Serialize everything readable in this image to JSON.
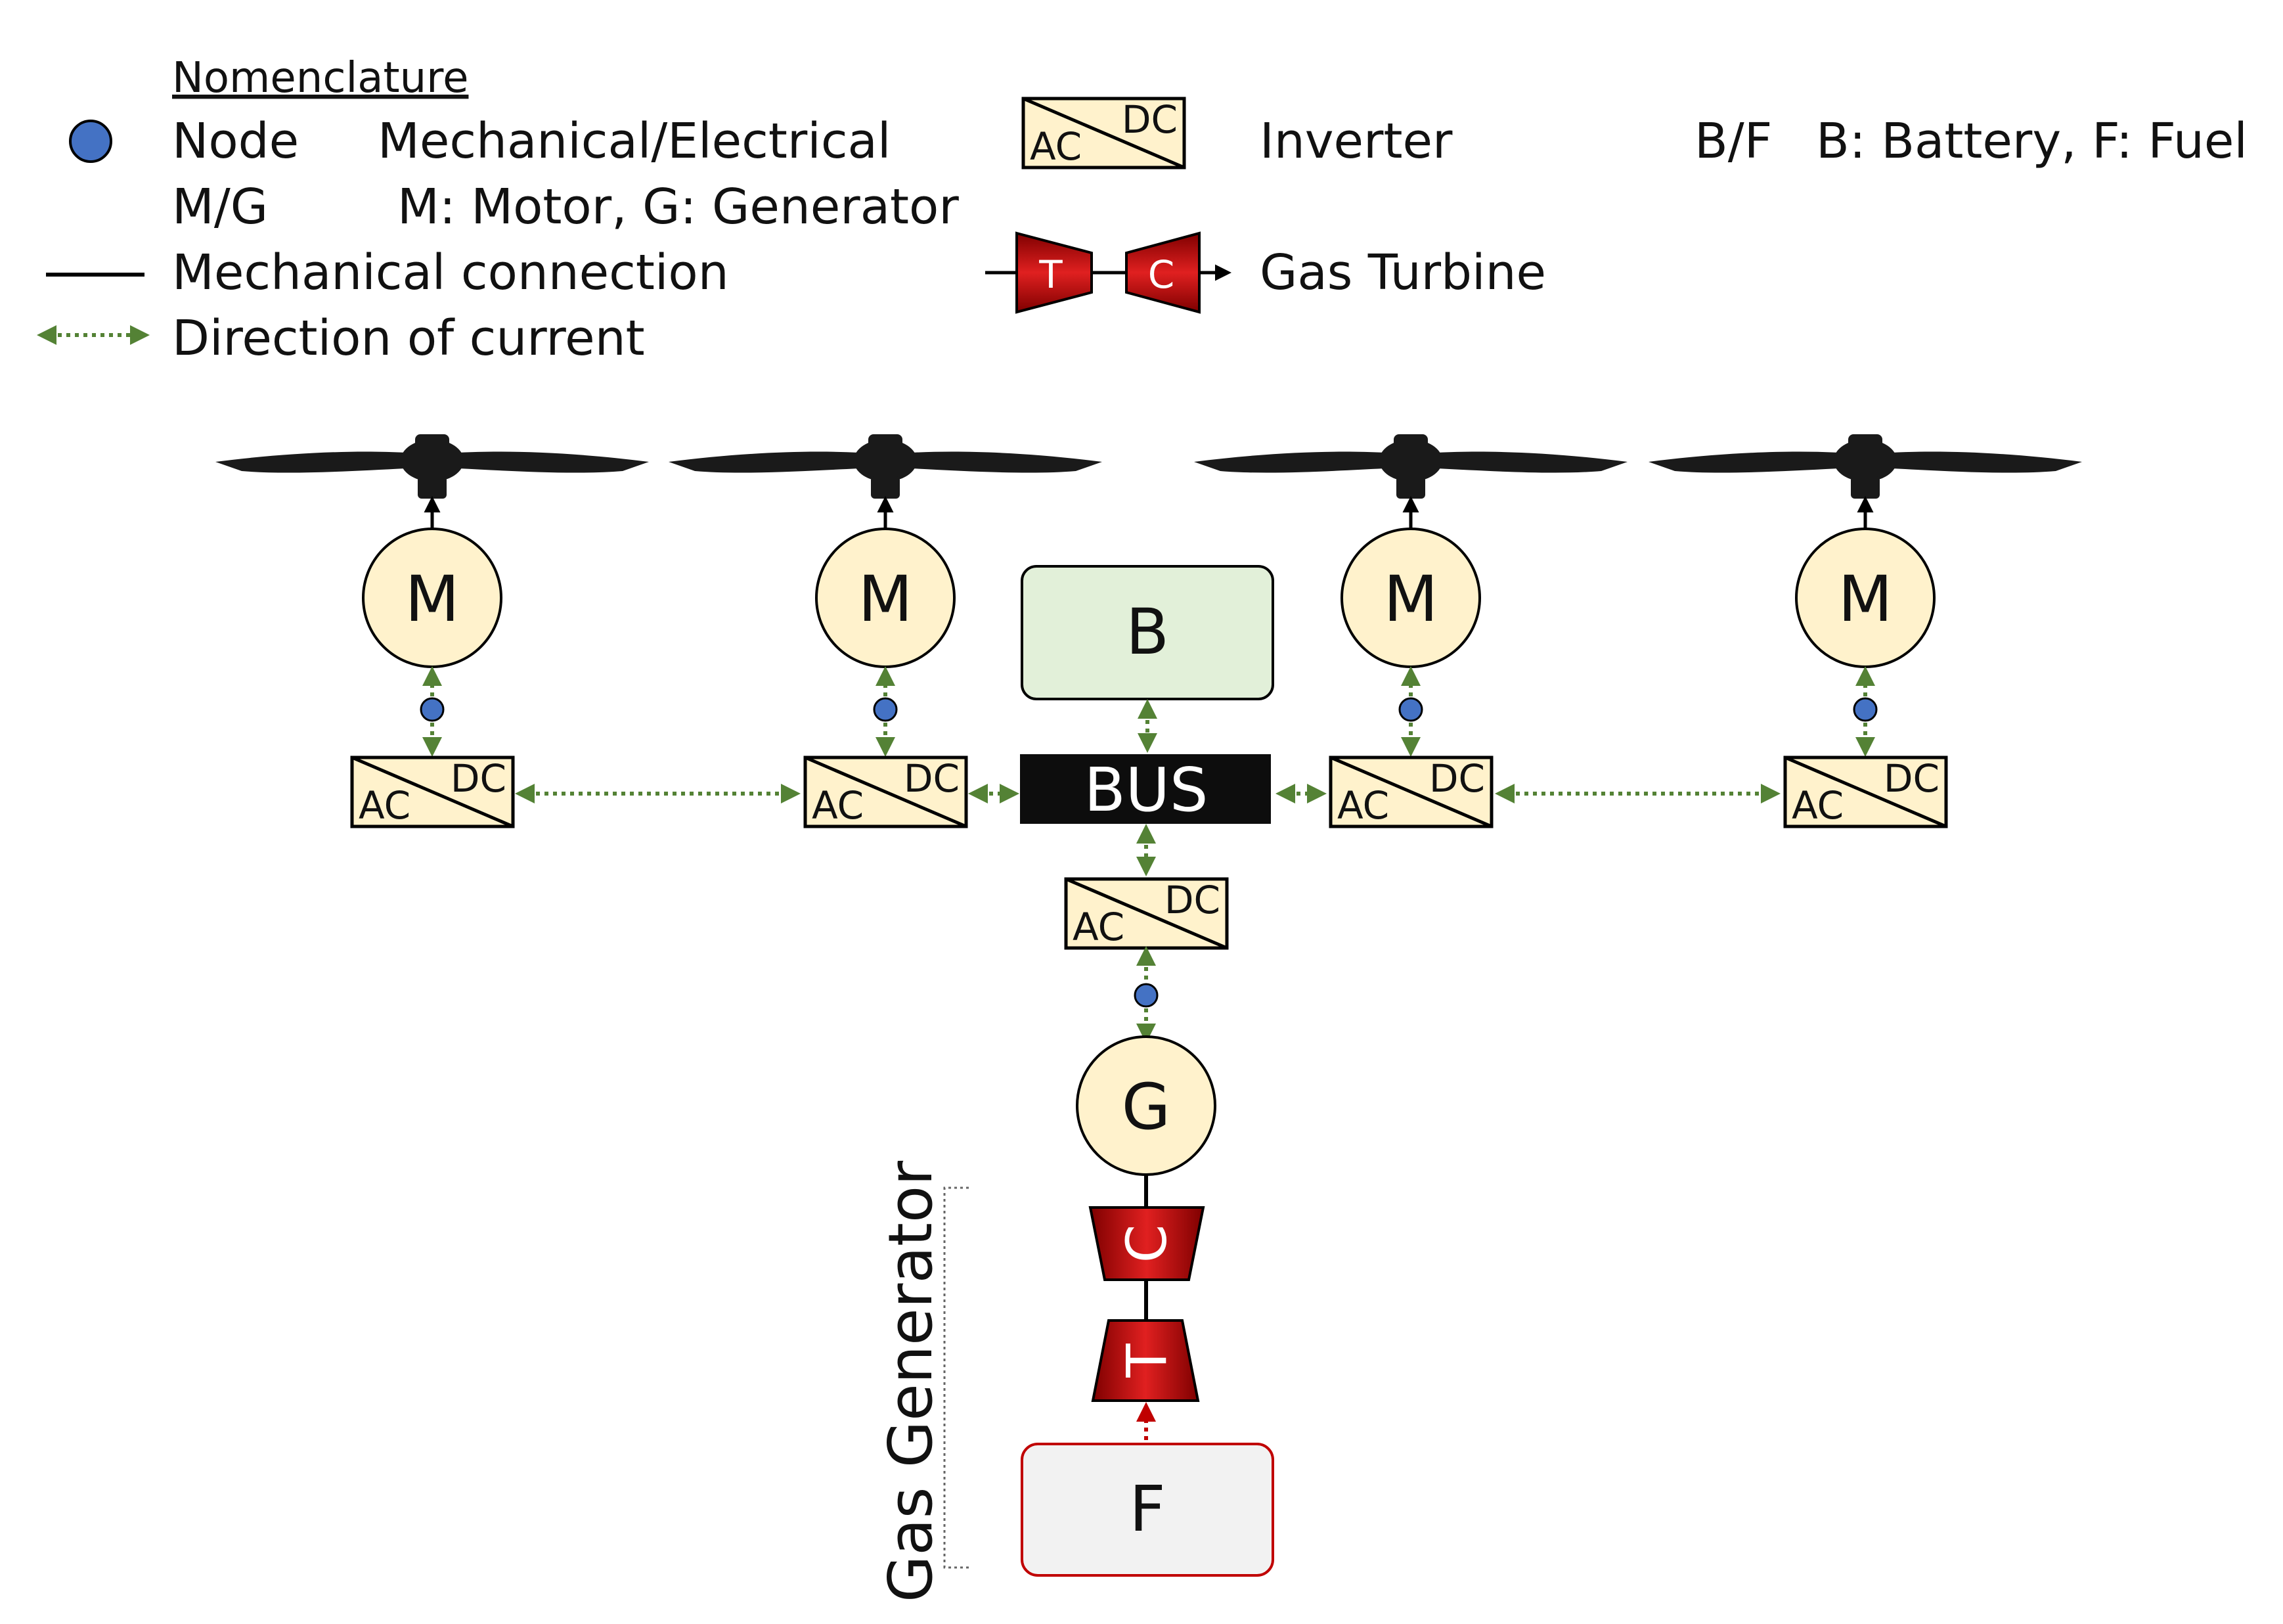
{
  "colors": {
    "node_blue": "#4472c4",
    "machine_fill": "#fff2cc",
    "inverter_fill": "#fff2cc",
    "battery_fill": "#e2f0d9",
    "fuel_fill": "#f2f2f2",
    "fuel_border": "#c00000",
    "bus_fill": "#0d0d0d",
    "turbine_red": "#c00000",
    "current_arrow": "#548235",
    "fuel_arrow": "#c00000",
    "propeller": "#1a1a1a"
  },
  "legend": {
    "title": "Nomenclature",
    "node_symbol": "Node",
    "node_description": "Mechanical/Electrical",
    "mg_symbol": "M/G",
    "mg_description": "M: Motor, G: Generator",
    "mechanical_connection": "Mechanical connection",
    "direction_of_current": "Direction of current",
    "inverter_label": "Inverter",
    "inverter_ac": "AC",
    "inverter_dc": "DC",
    "bf_symbol": "B/F",
    "bf_description": "B: Battery, F: Fuel",
    "gas_turbine_label": "Gas Turbine",
    "turbine_t": "T",
    "turbine_c": "C"
  },
  "diagram": {
    "motor_label": "M",
    "battery_label": "B",
    "bus_label": "BUS",
    "generator_label": "G",
    "compressor_label": "C",
    "turbine_label": "T",
    "fuel_label": "F",
    "gas_generator_label": "Gas Generator",
    "inverter_ac": "AC",
    "inverter_dc": "DC",
    "motor_count": 4
  }
}
